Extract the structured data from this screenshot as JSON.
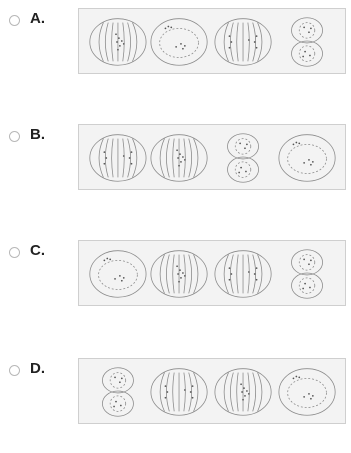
{
  "options": [
    {
      "letter": "A.",
      "stages": [
        "metaphase",
        "telophase",
        "anaphase",
        "cytokinesis"
      ]
    },
    {
      "letter": "B.",
      "stages": [
        "anaphase",
        "metaphase",
        "cytokinesis",
        "telophase"
      ]
    },
    {
      "letter": "C.",
      "stages": [
        "telophase",
        "metaphase",
        "anaphase",
        "cytokinesis"
      ]
    },
    {
      "letter": "D.",
      "stages": [
        "cytokinesis",
        "anaphase",
        "metaphase",
        "telophase"
      ]
    }
  ],
  "colors": {
    "panel_bg": "#f3f3f3",
    "stroke": "#8a8a8a"
  }
}
